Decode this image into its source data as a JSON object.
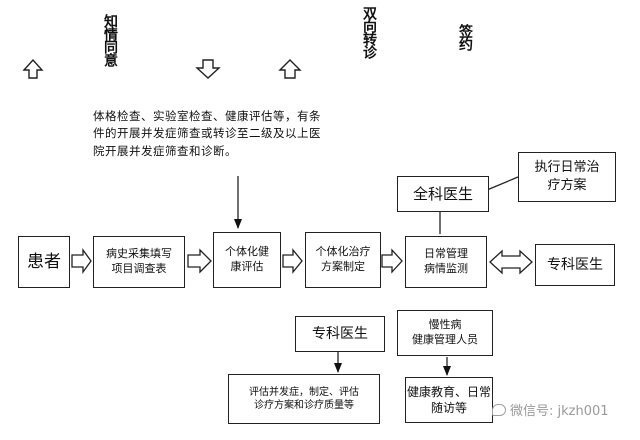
{
  "top_labels": {
    "informed_consent": "知情同意",
    "two_way_referral": "双向转诊",
    "sign": "签约"
  },
  "note_text": {
    "line1": "体格检查、实验室检查、健康评估等，有条",
    "line2": "件的开展并发症筛查或转诊至二级及以上医",
    "line3": "院开展并发症筛查和诊断。"
  },
  "boxes": {
    "patient": "患者",
    "history": [
      "病史采集填写",
      "项目调查表"
    ],
    "assessment": [
      "个体化健",
      "康评估"
    ],
    "plan": [
      "个体化治疗",
      "方案制定"
    ],
    "management": [
      "日常管理",
      "病情监测"
    ],
    "specialist_right": "专科医生",
    "general_practitioner": "全科医生",
    "daily_treatment": [
      "执行日常治",
      "疗方案"
    ],
    "specialist_bottom": "专科医生",
    "chronic_staff": [
      "慢性病",
      "健康管理人员"
    ],
    "eval_complications": [
      "评估并发症，制定、评估",
      "诊疗方案和诊疗质量等"
    ],
    "health_education": [
      "健康教育、日常",
      "随访等"
    ]
  },
  "watermark": "微信号: jkzh001"
}
